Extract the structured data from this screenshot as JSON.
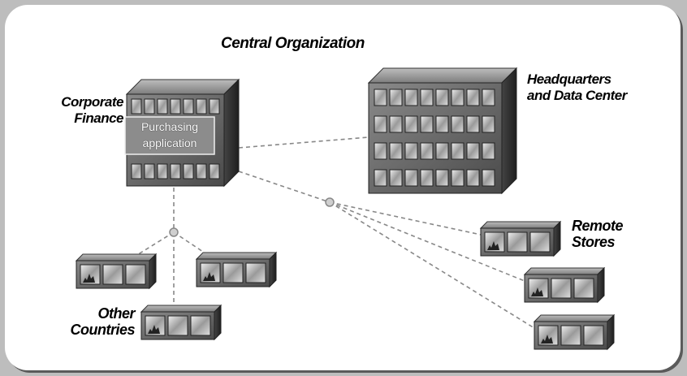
{
  "title": "Central Organization",
  "nodes": {
    "corporate_finance": {
      "label_line1": "Corporate",
      "label_line2": "Finance",
      "app_line1": "Purchasing",
      "app_line2": "application"
    },
    "headquarters": {
      "label_line1": "Headquarters",
      "label_line2": "and Data Center"
    },
    "remote_stores": {
      "label_line1": "Remote",
      "label_line2": "Stores"
    },
    "other_countries": {
      "label_line1": "Other",
      "label_line2": "Countries"
    }
  },
  "colors": {
    "background": "#bdbdbd",
    "panel": "#ffffff",
    "building_face": "#6e6e6e",
    "building_top": "#9a9a9a",
    "building_side": "#3a3a3a",
    "window": "#d8d8d8",
    "connector": "#888888"
  }
}
